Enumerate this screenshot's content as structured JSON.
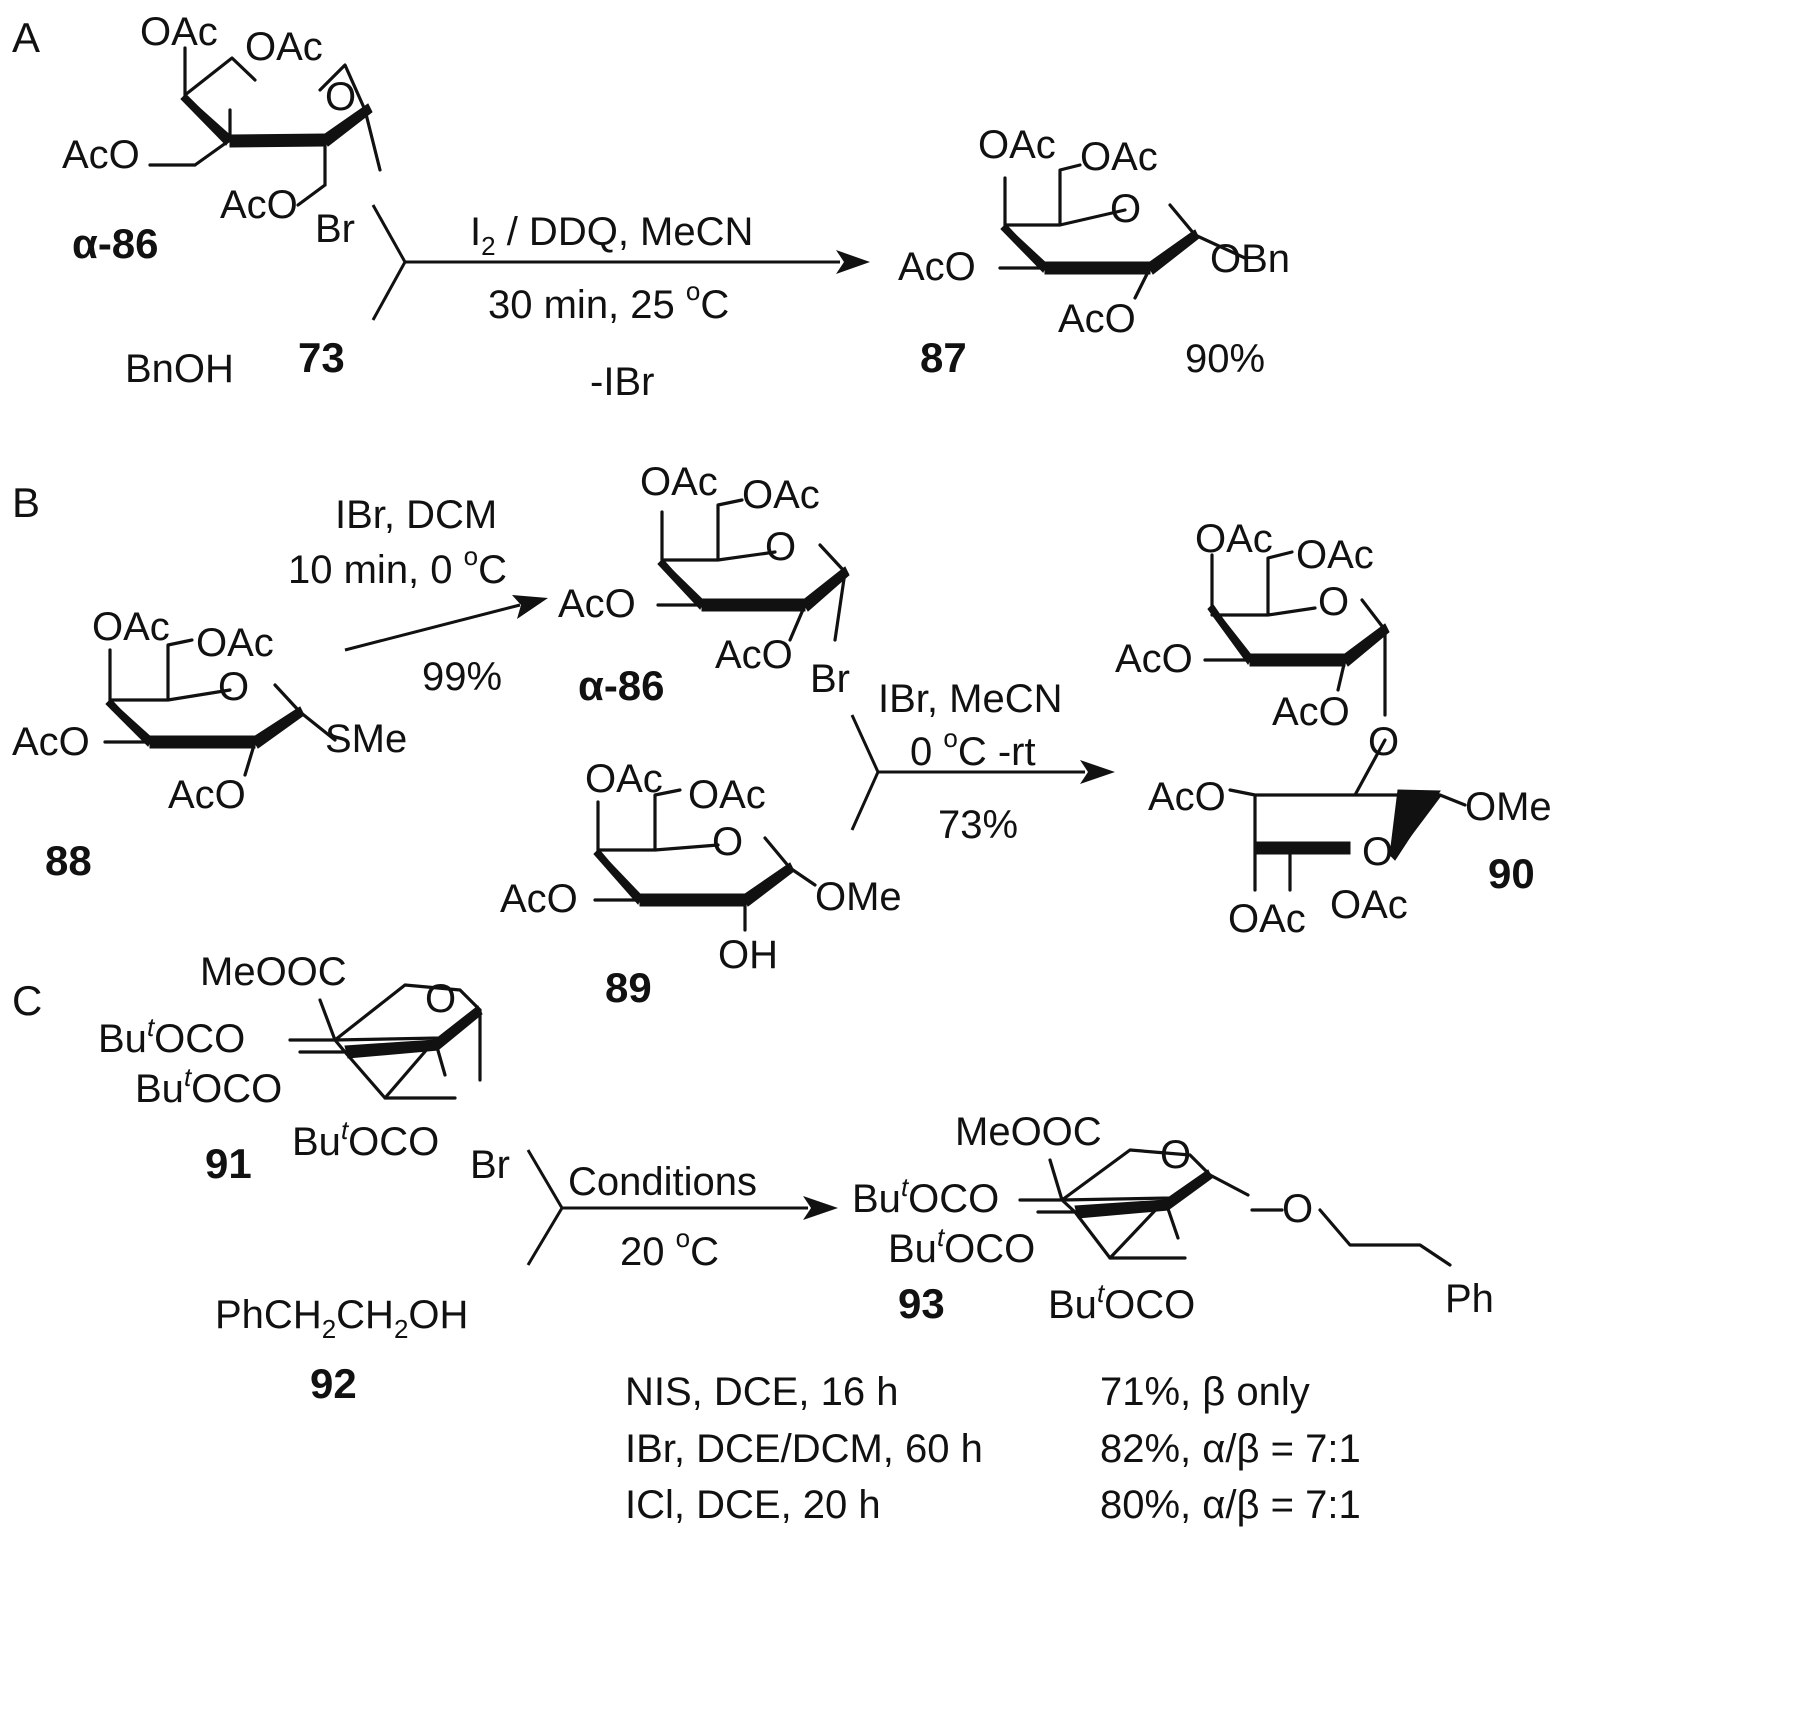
{
  "panels": {
    "A": {
      "label": "A",
      "reactant1": {
        "id": "α-86",
        "substituents": [
          "OAc",
          "OAc",
          "AcO",
          "AcO",
          "Br",
          "O"
        ]
      },
      "reactant2": {
        "name": "BnOH",
        "id": "73"
      },
      "conditions": {
        "line1_main": "I",
        "line1_sub": "2",
        "line1_rest": " / DDQ, MeCN",
        "line2_main": "30 min, 25 ",
        "line2_sup": "o",
        "line2_unit": "C",
        "line3": "-IBr"
      },
      "product": {
        "id": "87",
        "yield": "90%",
        "substituents": [
          "OAc",
          "OAc",
          "O",
          "AcO",
          "OBn",
          "AcO"
        ]
      }
    },
    "B": {
      "label": "B",
      "start": {
        "id": "88",
        "substituents": [
          "OAc",
          "OAc",
          "O",
          "AcO",
          "SMe",
          "AcO"
        ]
      },
      "step1": {
        "line1": "IBr,  DCM",
        "line2_main": "10 min, 0 ",
        "line2_sup": "o",
        "line2_unit": "C",
        "yield": "99%"
      },
      "intermediate": {
        "id": "α-86",
        "substituents": [
          "OAc",
          "OAc",
          "O",
          "AcO",
          "AcO",
          "Br"
        ]
      },
      "acceptor": {
        "id": "89",
        "substituents": [
          "OAc",
          "OAc",
          "O",
          "AcO",
          "OMe",
          "OH"
        ]
      },
      "step2": {
        "line1": "IBr, MeCN",
        "line2_pre": "0 ",
        "line2_sup": "o",
        "line2_post": "C -rt",
        "yield": "73%"
      },
      "product": {
        "id": "90",
        "substituents": [
          "OAc",
          "OAc",
          "O",
          "AcO",
          "AcO",
          "O",
          "AcO",
          "OMe",
          "O",
          "OAc",
          "OAc"
        ]
      }
    },
    "C": {
      "label": "C",
      "donor": {
        "id": "91",
        "substituents": [
          "MeOOC",
          "O",
          "Bu",
          "t",
          "OCO",
          "Br"
        ]
      },
      "acceptor": {
        "name_parts": [
          "PhCH",
          "2",
          "CH",
          "2",
          "OH"
        ],
        "id": "92"
      },
      "conditions": {
        "line1": "Conditions",
        "line2_main": "20 ",
        "line2_sup": "o",
        "line2_unit": "C"
      },
      "product": {
        "id": "93",
        "substituents": [
          "MeOOC",
          "O",
          "O",
          "Ph"
        ]
      },
      "table": [
        {
          "conditions": "NIS, DCE, 16 h",
          "yield": "71%, β only"
        },
        {
          "conditions": "IBr, DCE/DCM, 60 h",
          "yield": "82%, α/β = 7:1"
        },
        {
          "conditions": "ICl, DCE, 20 h",
          "yield": "80%, α/β = 7:1"
        }
      ]
    }
  }
}
